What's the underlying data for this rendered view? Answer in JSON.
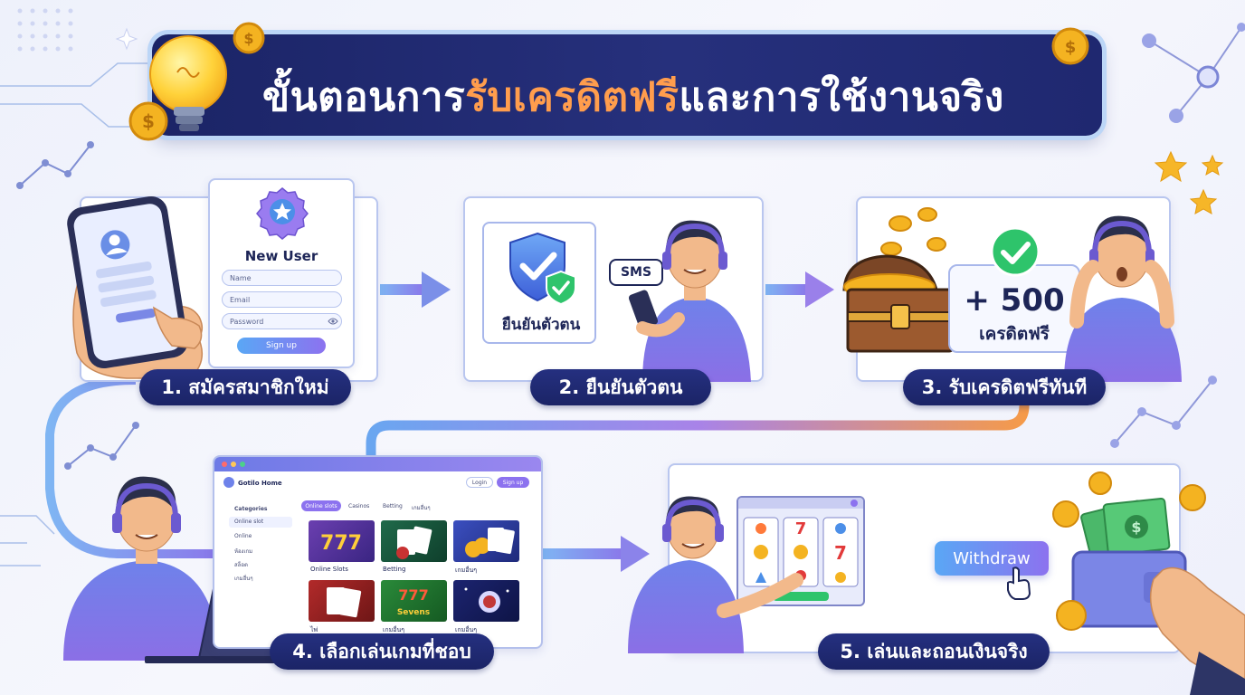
{
  "title": {
    "prefix": "ขั้นตอนการ",
    "highlight": "รับเครดิตฟรี",
    "suffix": "และการใช้งานจริง"
  },
  "steps": [
    {
      "label": "1. สมัครสมาชิกใหม่"
    },
    {
      "label": "2. ยืนยันตัวตน"
    },
    {
      "label": "3. รับเครดิตฟรีทันที"
    },
    {
      "label": "4. เลือกเล่นเกมที่ชอบ"
    },
    {
      "label": "5. เล่นและถอนเงินจริง"
    }
  ],
  "signup_form": {
    "title": "New User",
    "fields": [
      {
        "placeholder": "Name"
      },
      {
        "placeholder": "Email"
      },
      {
        "placeholder": "Password"
      }
    ],
    "button": "Sign up"
  },
  "verify": {
    "shield_text": "ยืนยันตัวตน",
    "sms_text": "SMS"
  },
  "credit": {
    "amount": "+ 500",
    "label": "เครดิตฟรี"
  },
  "website": {
    "logo": "Gotilo Home",
    "login": "Login",
    "signup": "Sign up",
    "sidebar_heading": "Categories",
    "sidebar_items": [
      "Online slot",
      "Online",
      "ห้องเกม",
      "สล็อต",
      "เกมอื่นๆ"
    ],
    "tabs": [
      "Online slots",
      "Casinos",
      "Betting",
      "เกมอื่นๆ"
    ],
    "games": [
      "Online Slots",
      "Betting",
      "เกมอื่นๆ",
      "ไพ่",
      "Sevens",
      "เกมอื่นๆ"
    ]
  },
  "withdraw": {
    "button": "Withdraw",
    "reels": [
      "7",
      "7"
    ]
  },
  "colors": {
    "navy": "#1b2466",
    "accent_orange": "#ff9d4d",
    "purple": "#8c72ef",
    "blue": "#5aa7f5",
    "green": "#2ec46b",
    "gold": "#f4b321"
  }
}
